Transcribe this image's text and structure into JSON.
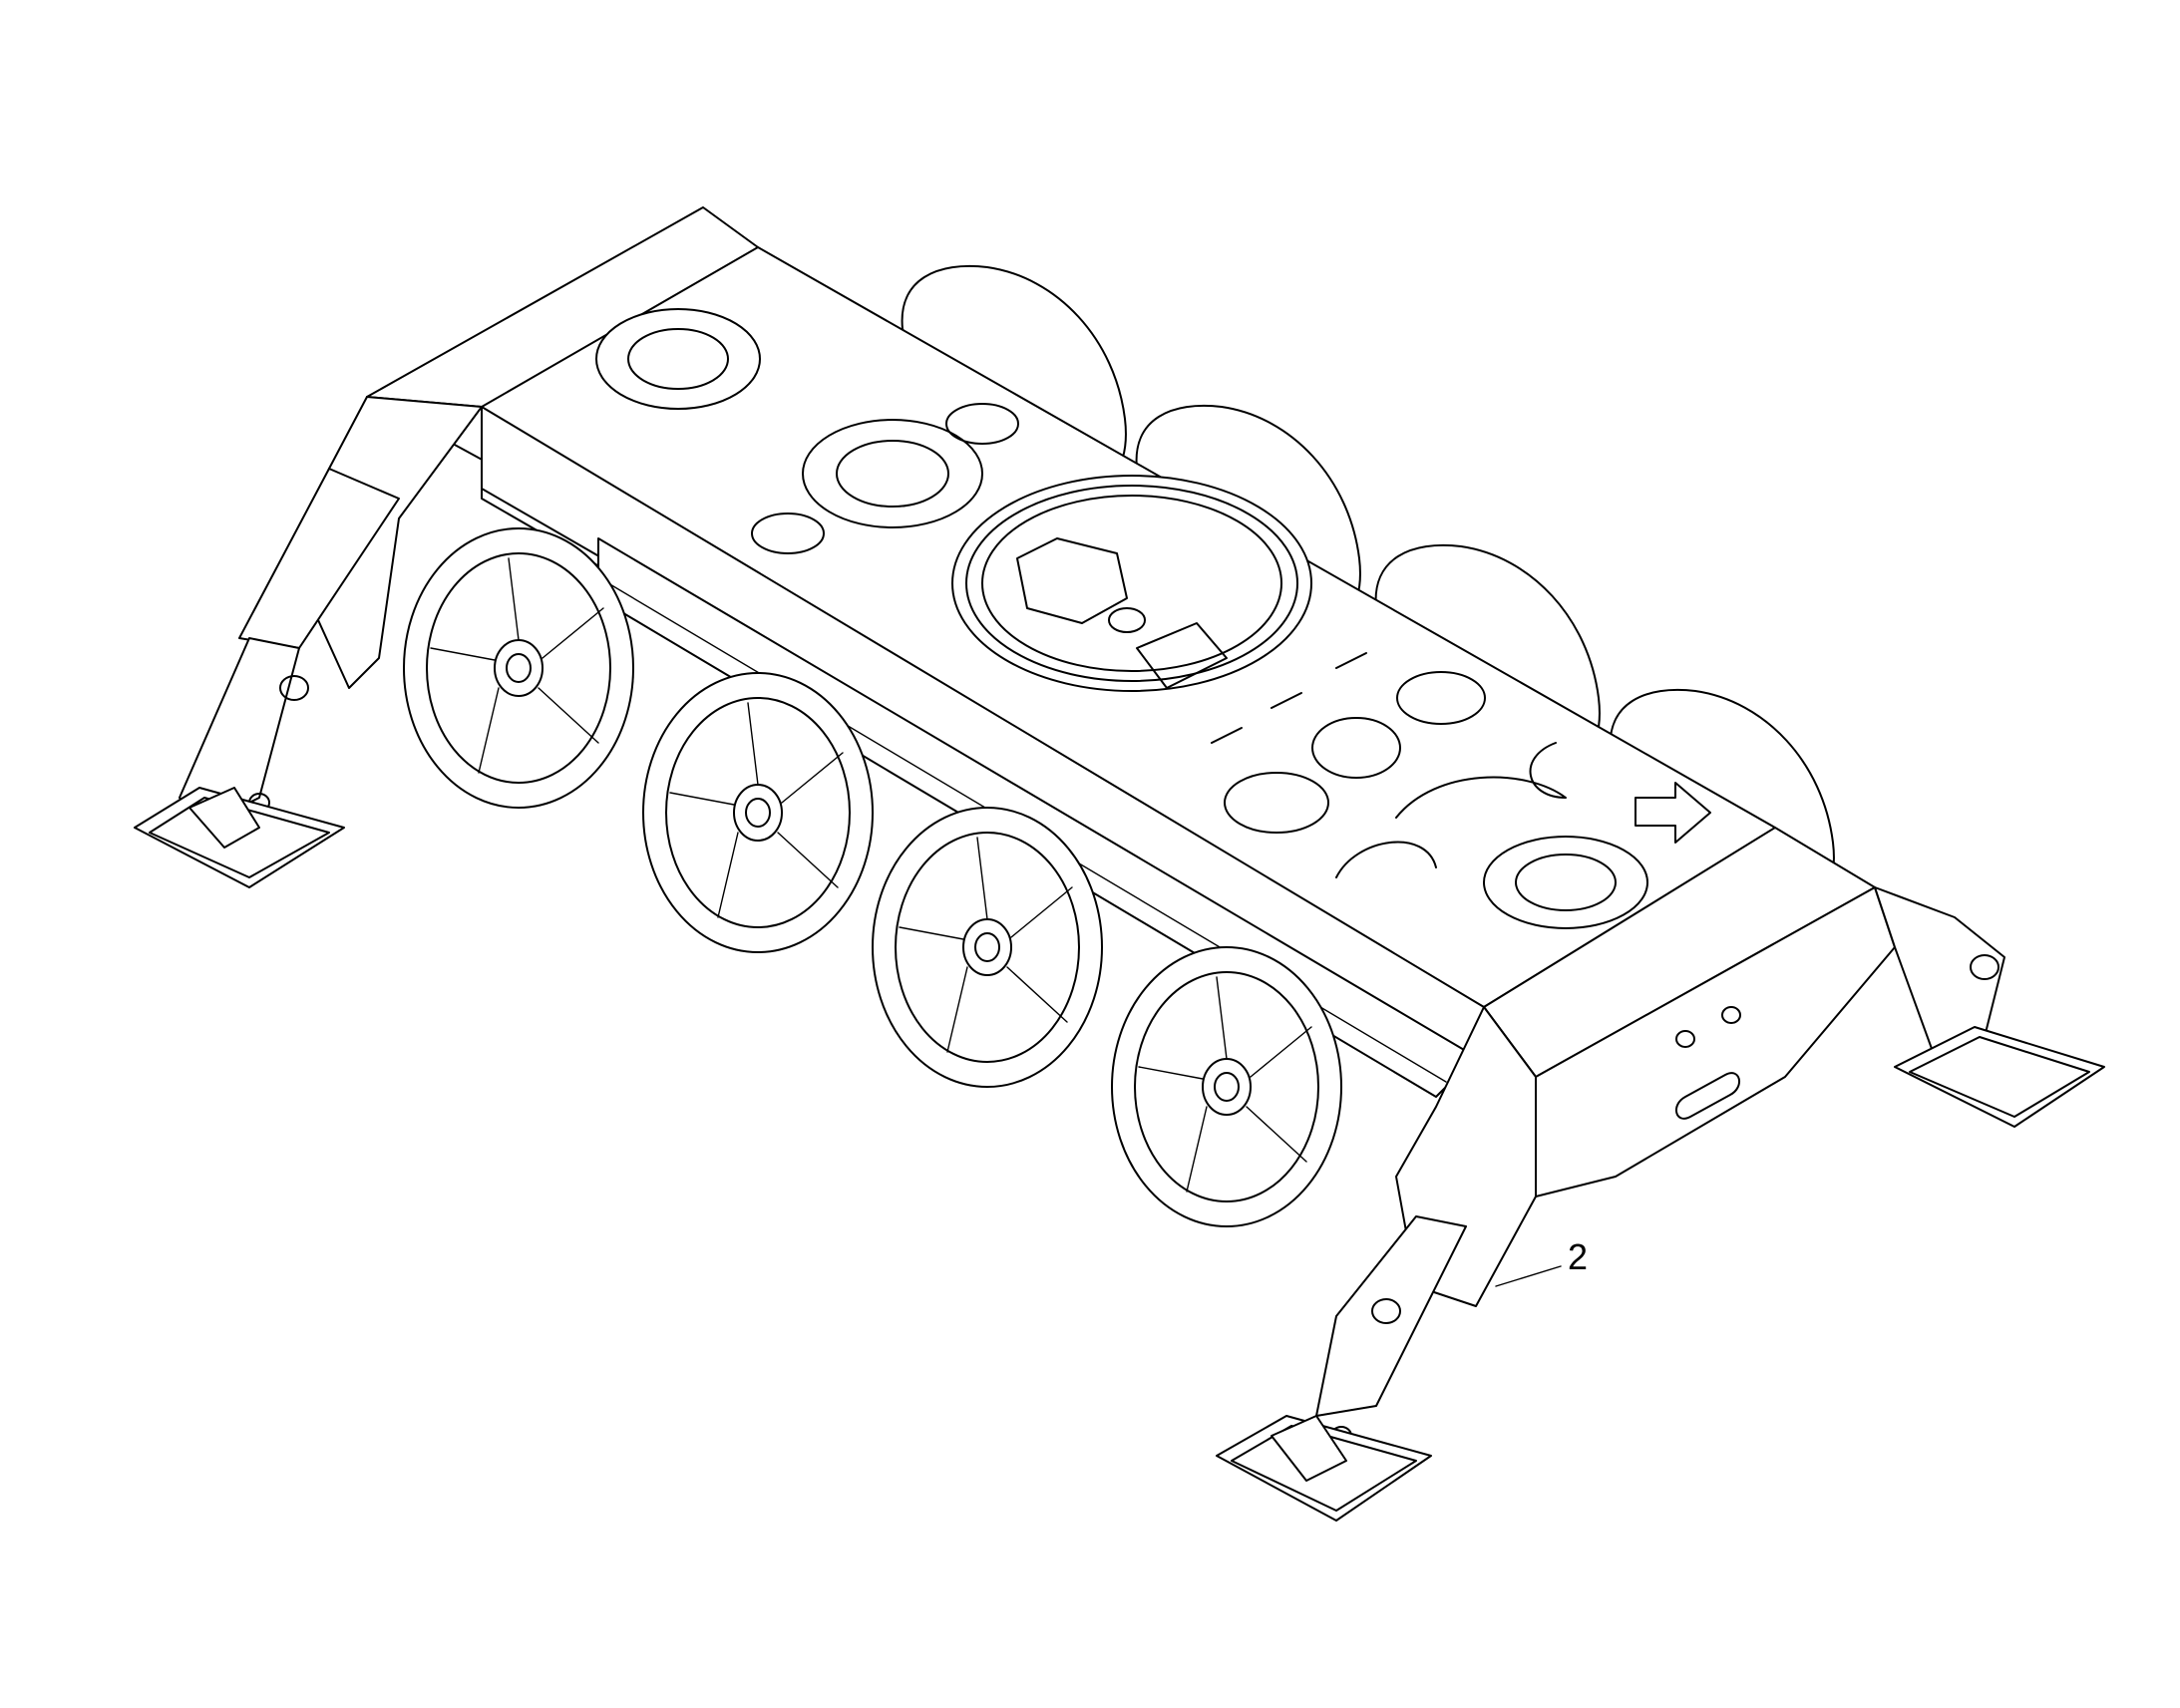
{
  "figure": {
    "callouts": [
      {
        "label": "2"
      }
    ],
    "parts": [
      "chassis-frame",
      "wheel",
      "outrigger-leg",
      "foot-pad",
      "turntable-ring",
      "direction-arrow"
    ]
  }
}
